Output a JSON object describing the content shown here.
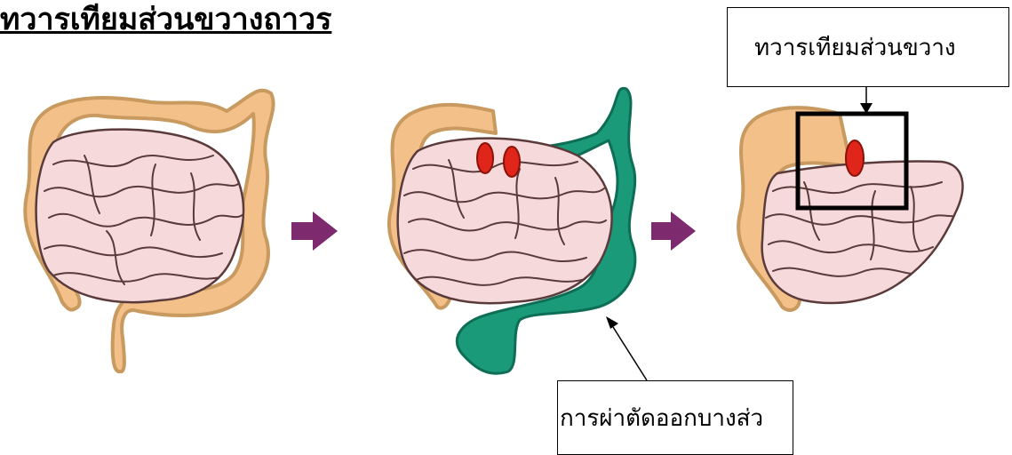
{
  "title": "ทวารเทียมส่วนขวางถาวร",
  "callouts": {
    "top": "ทวารเทียมส่วนขวาง",
    "bottom": "การผ่าตัดออกบางส่ว"
  },
  "colors": {
    "colon": "#F2C088",
    "colon_outline": "#C89A60",
    "removed_segment": "#1A9A78",
    "small_intestine": "#F6DADB",
    "intestine_outline": "#5A3A3A",
    "stoma": "#E0261B",
    "arrow": "#7E2A6E"
  }
}
